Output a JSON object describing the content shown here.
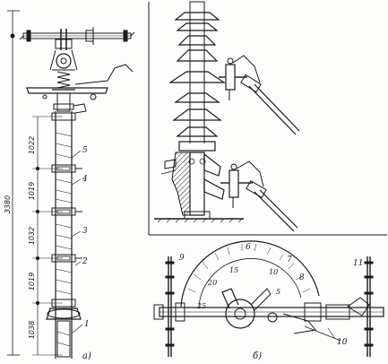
{
  "panel_a": {
    "label": "a)",
    "overall_dimension": "3380",
    "segment_dimensions": [
      "1022",
      "1019",
      "1032",
      "1019",
      "1038"
    ],
    "callouts": [
      "5",
      "4",
      "3",
      "2",
      "1"
    ]
  },
  "panel_b": {
    "label": "б)",
    "scale_numbers": [
      "6",
      "7",
      "8",
      "10",
      "15",
      "20",
      "5",
      "25"
    ],
    "callouts": [
      "9",
      "11",
      "10"
    ]
  }
}
